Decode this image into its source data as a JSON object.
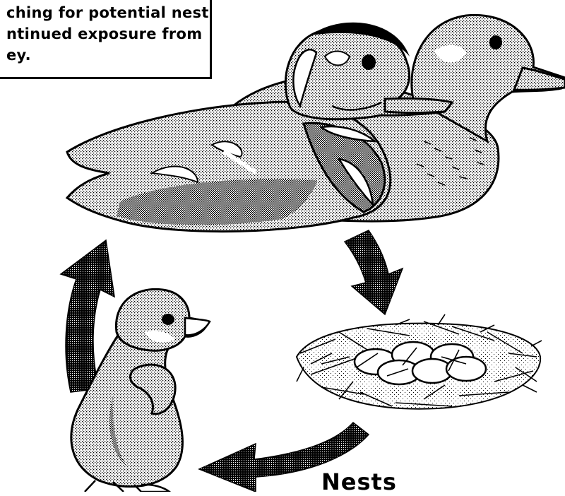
{
  "caption": {
    "line1": "ching for potential nest",
    "line2": "ntinued exposure from",
    "line3": "ey."
  },
  "labels": {
    "nests": "Nests"
  },
  "colors": {
    "ink": "#000000",
    "paper": "#ffffff",
    "light_dots": "#bfbfbf",
    "mid_dots": "#9a9a9a",
    "dark_dots": "#4a4a4a"
  },
  "icons": {
    "adult_pair": "wood-duck-pair",
    "nest": "nest-with-eggs",
    "young": "duckling",
    "arrows": "cycle-arrows"
  }
}
